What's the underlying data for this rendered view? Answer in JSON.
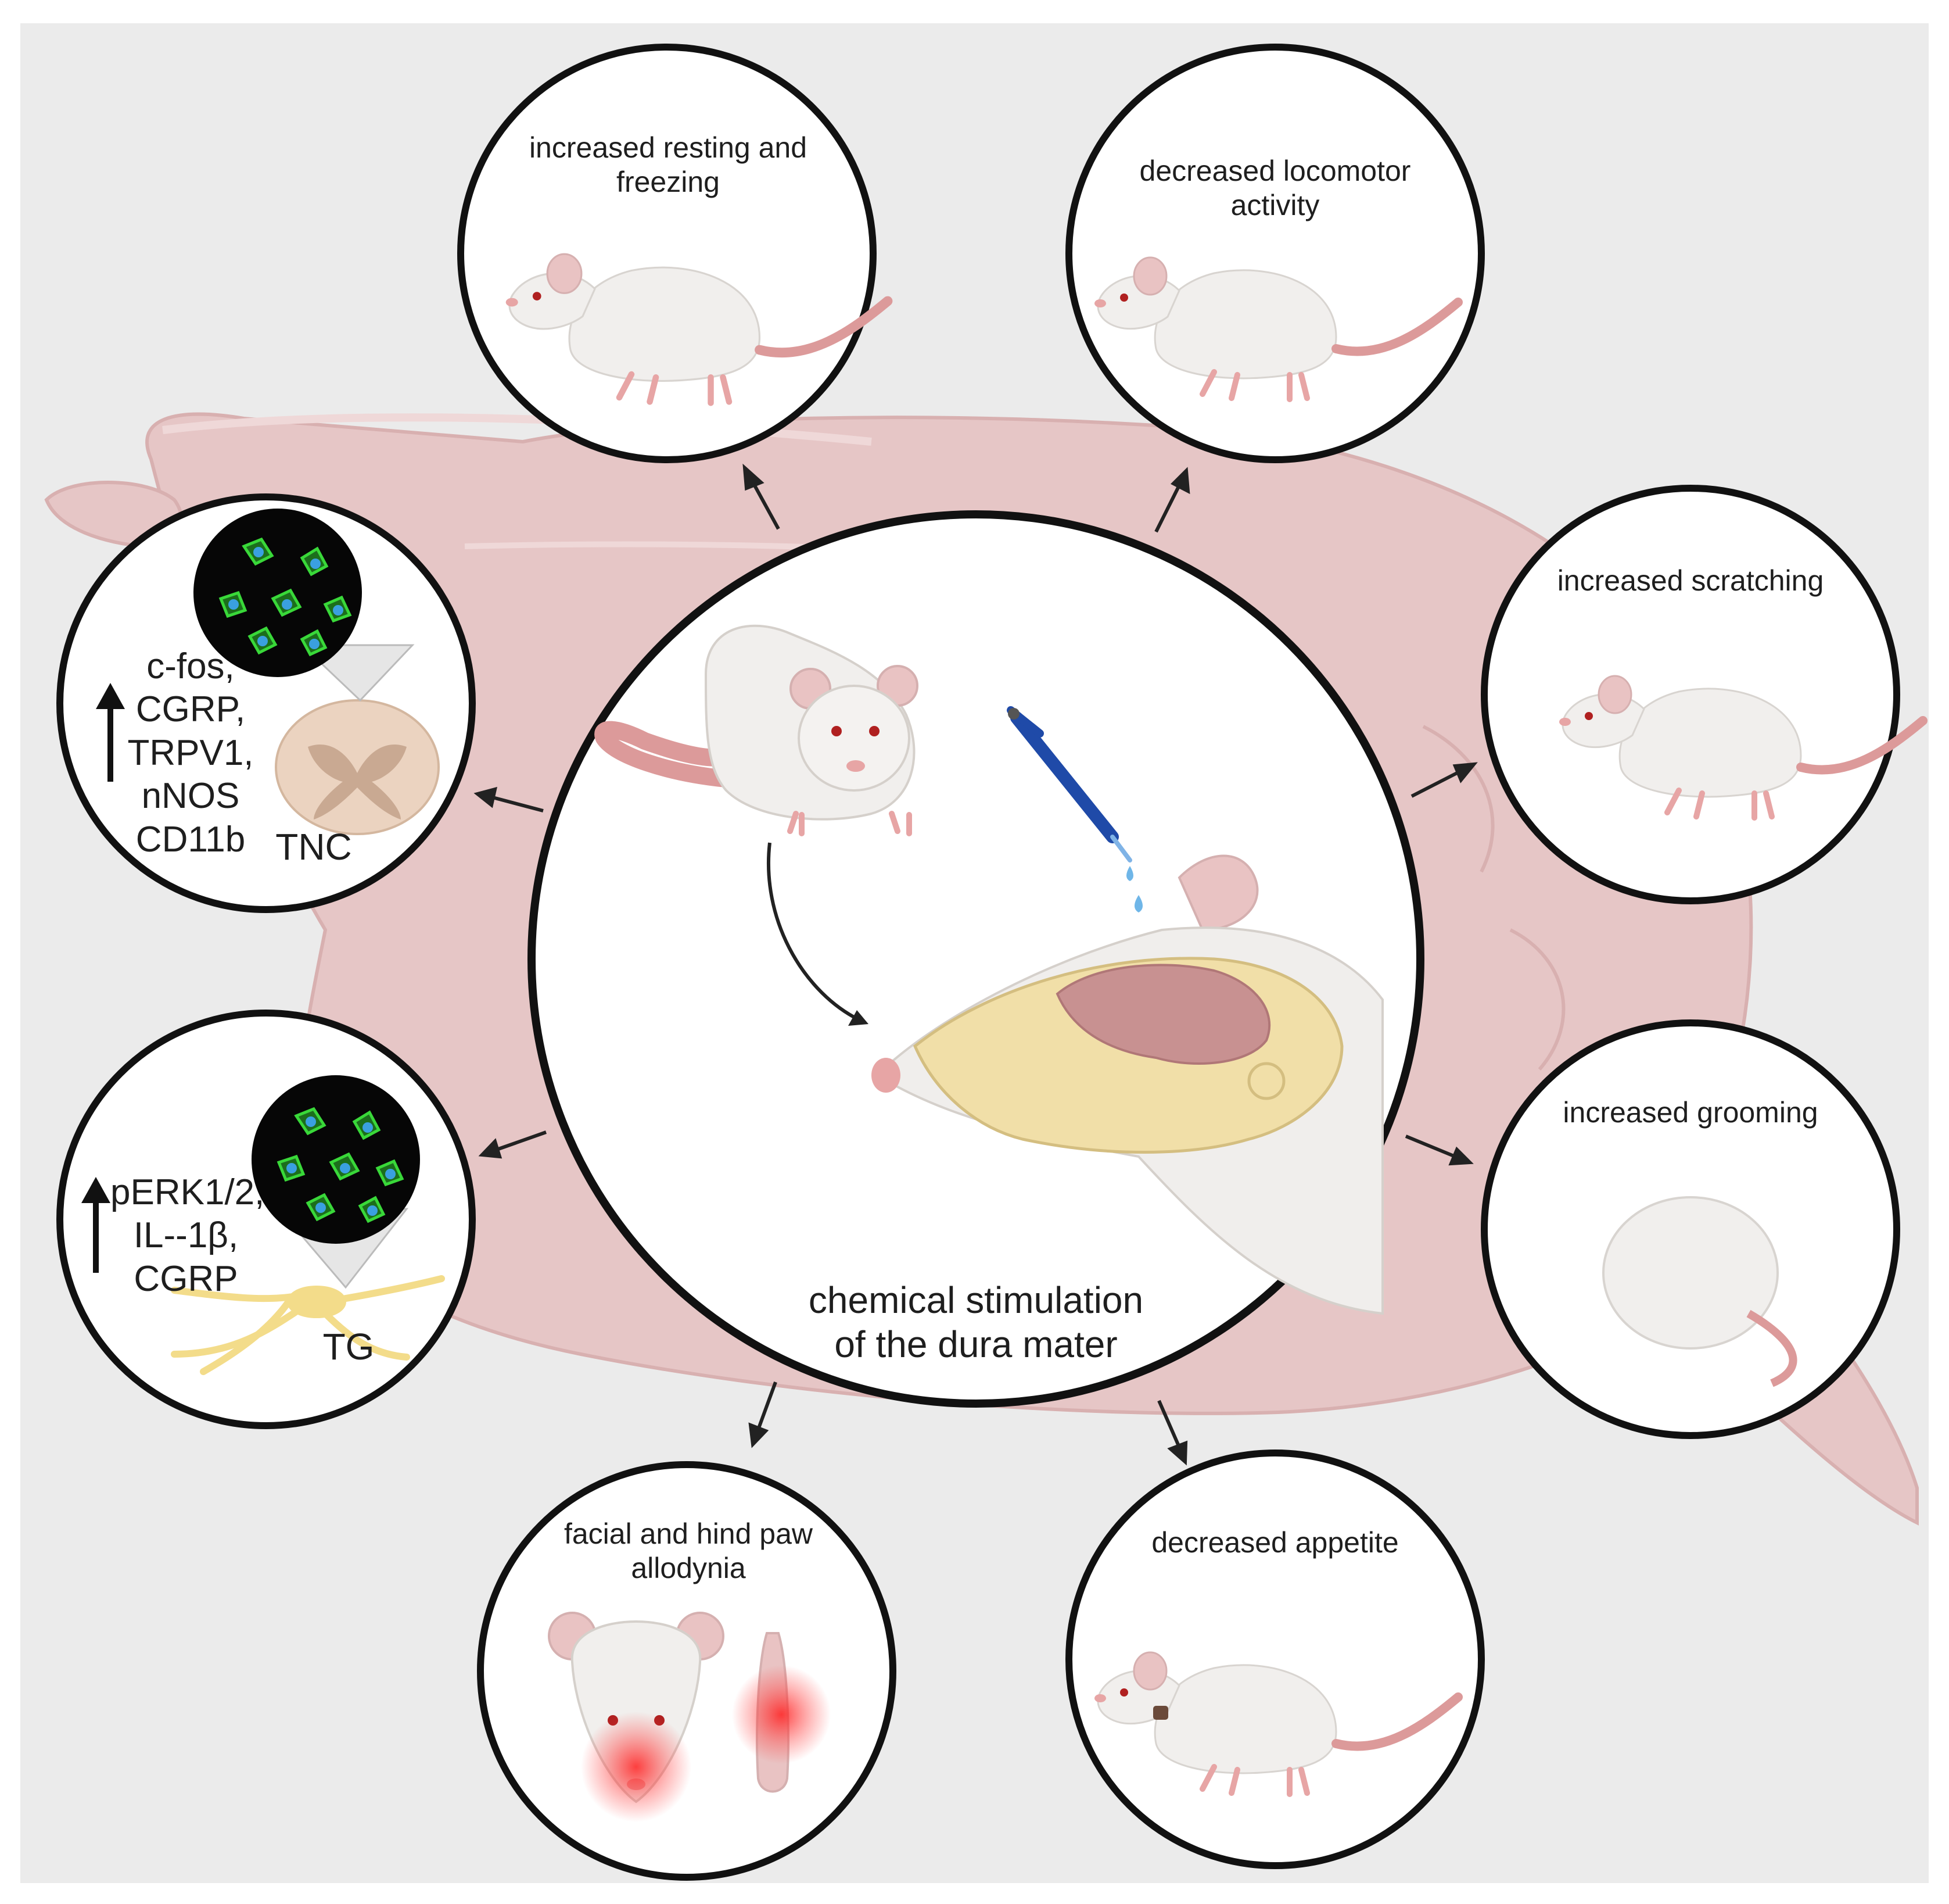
{
  "center": {
    "title_line1": "chemical stimulation",
    "title_line2": "of the dura mater"
  },
  "panels": {
    "resting": {
      "line1": "increased resting and",
      "line2": "freezing"
    },
    "locomotor": {
      "line1": "decreased locomotor",
      "line2": "activity"
    },
    "scratching": {
      "line1": "increased scratching"
    },
    "grooming": {
      "line1": "increased grooming"
    },
    "appetite": {
      "line1": "decreased appetite"
    },
    "allodynia": {
      "line1": "facial and hind paw",
      "line2": "allodynia"
    },
    "tnc": {
      "markers": [
        "c-fos,",
        "CGRP,",
        "TRPV1,",
        "nNOS",
        "CD11b"
      ],
      "region": "TNC"
    },
    "tg": {
      "markers": [
        "pERK1/2,",
        "IL--1β,",
        "CGRP"
      ],
      "region": "TG"
    }
  },
  "icons": [
    "rat-icon",
    "pipette-icon",
    "rat-skull-icon",
    "spinal-cord-icon",
    "trigeminal-neuron-icon",
    "immunofluorescence-cells-icon",
    "up-arrow-icon"
  ],
  "colors": {
    "background": "#ebebeb",
    "rat_silhouette": "#e6c3c3",
    "circle_border": "#111111",
    "rat_body": "#f0eeec",
    "rat_tail": "#dc9a9a",
    "cell_green": "#33cc33",
    "cell_blue": "#3aa0e0",
    "neuron_yellow": "#f3dc8a",
    "allodynia_red": "#ff3030"
  }
}
